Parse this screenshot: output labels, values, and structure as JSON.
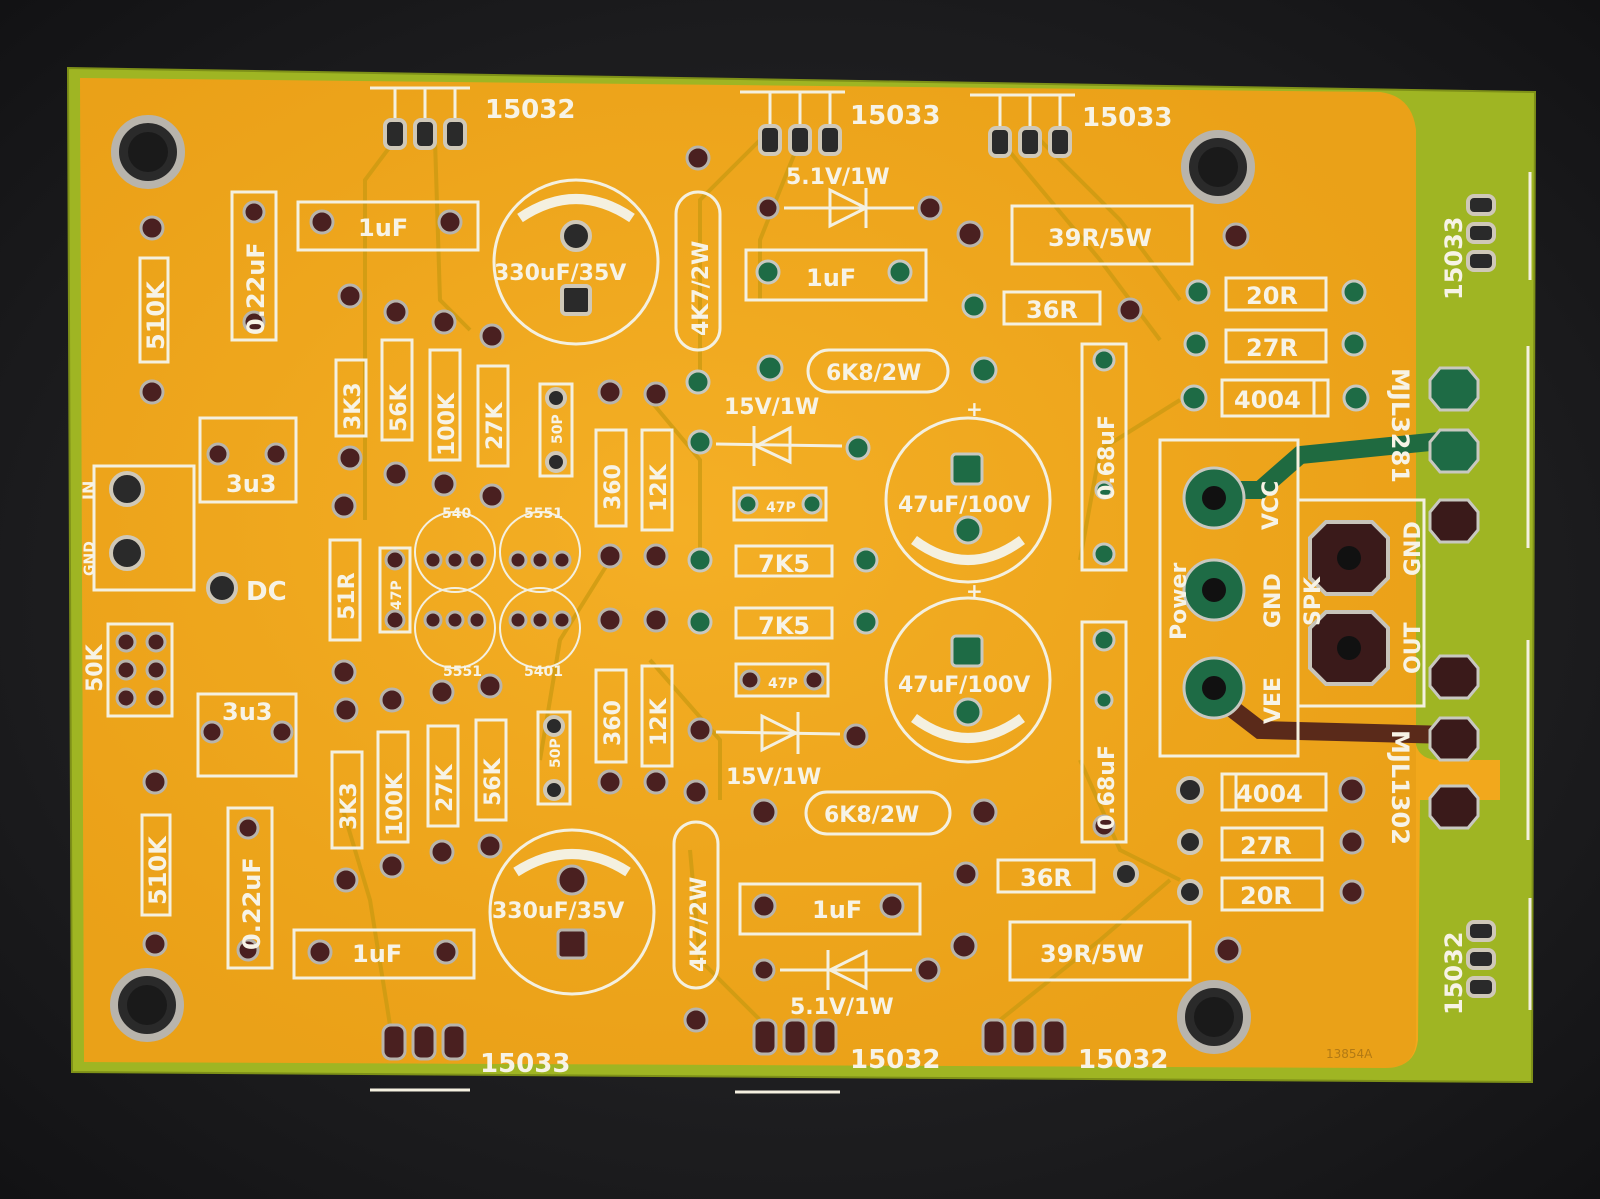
{
  "labels": {
    "top_15032": "15032",
    "top_15033_a": "15033",
    "top_15033_b": "15033",
    "right_15033": "15033",
    "right_15032": "15032",
    "bot_15033": "15033",
    "bot_15032_a": "15032",
    "bot_15032_b": "15032",
    "c_1uF_top": "1uF",
    "c_1uF_top2": "1uF",
    "c_1uF_bot": "1uF",
    "c_1uF_bot2": "1uF",
    "c_022_top": "0.22uF",
    "c_022_bot": "0.22uF",
    "c_330_top": "330uF/35V",
    "c_330_bot": "330uF/35V",
    "c_47_top": "47uF/100V",
    "c_47_bot": "47uF/100V",
    "c_068_top": "0.68uF",
    "c_068_bot": "0.68uF",
    "r_510k_top": "510K",
    "r_510k_bot": "510K",
    "r_3k3_top": "3K3",
    "r_3k3_bot": "3K3",
    "r_56k_top": "56K",
    "r_56k_bot": "56K",
    "r_100k_top": "100K",
    "r_100k_bot": "100K",
    "r_27k_top": "27K",
    "r_27k_bot": "27K",
    "r_51r": "51R",
    "r_4k7_top": "4K7/2W",
    "r_4k7_bot": "4K7/2W",
    "r_360_top": "360",
    "r_360_bot": "360",
    "r_12k_top": "12K",
    "r_12k_bot": "12K",
    "r_7k5_top": "7K5",
    "r_7k5_bot": "7K5",
    "r_6k8_top": "6K8/2W",
    "r_6k8_bot": "6K8/2W",
    "r_39r_top": "39R/5W",
    "r_39r_bot": "39R/5W",
    "r_36r_top": "36R",
    "r_36r_bot": "36R",
    "r_20r_top": "20R",
    "r_20r_bot": "20R",
    "r_27r_top": "27R",
    "r_27r_bot": "27R",
    "d_4004_top": "4004",
    "d_4004_bot": "4004",
    "z_51_top": "5.1V/1W",
    "z_51_bot": "5.1V/1W",
    "z_15_top": "15V/1W",
    "z_15_bot": "15V/1W",
    "c_47p_a": "47P",
    "c_47p_b": "47P",
    "c_47p_c": "47P",
    "c_50p_top": "50P",
    "c_50p_bot": "50P",
    "l_3u3_top": "3u3",
    "l_3u3_bot": "3u3",
    "q_540": "540",
    "q_5551": "5551",
    "q_5551b": "5551",
    "q_5401": "5401",
    "in_label": "IN",
    "gnd_label": "GND",
    "dc_label": "DC",
    "pot_50k": "50K",
    "power_label": "Power",
    "vcc_label": "VCC",
    "gnd_pwr": "GND",
    "vee_label": "VEE",
    "spk_label": "SPK",
    "spk_gnd": "GND",
    "spk_out": "OUT",
    "mjl_top": "MJL3281",
    "mjl_bot": "MJL1302",
    "board_code": "13854A"
  }
}
